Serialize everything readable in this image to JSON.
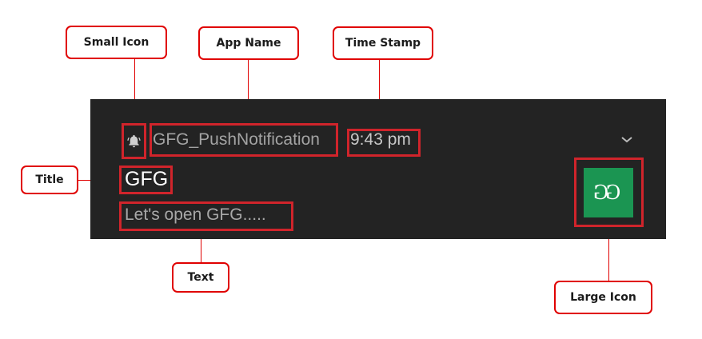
{
  "notification": {
    "small_icon": "bell-icon",
    "app_name": "GFG_PushNotification",
    "timestamp": "9:43 pm",
    "title": "GFG",
    "text": "Let's open GFG.....",
    "large_icon_text": "GG",
    "expand_icon": "chevron-down-icon"
  },
  "annotations": {
    "small_icon": "Small Icon",
    "app_name": "App Name",
    "time_stamp": "Time Stamp",
    "title": "Title",
    "text": "Text",
    "large_icon": "Large Icon"
  },
  "colors": {
    "panel_bg": "#232323",
    "highlight": "#d0242b",
    "gfg_green": "#1b9552"
  }
}
